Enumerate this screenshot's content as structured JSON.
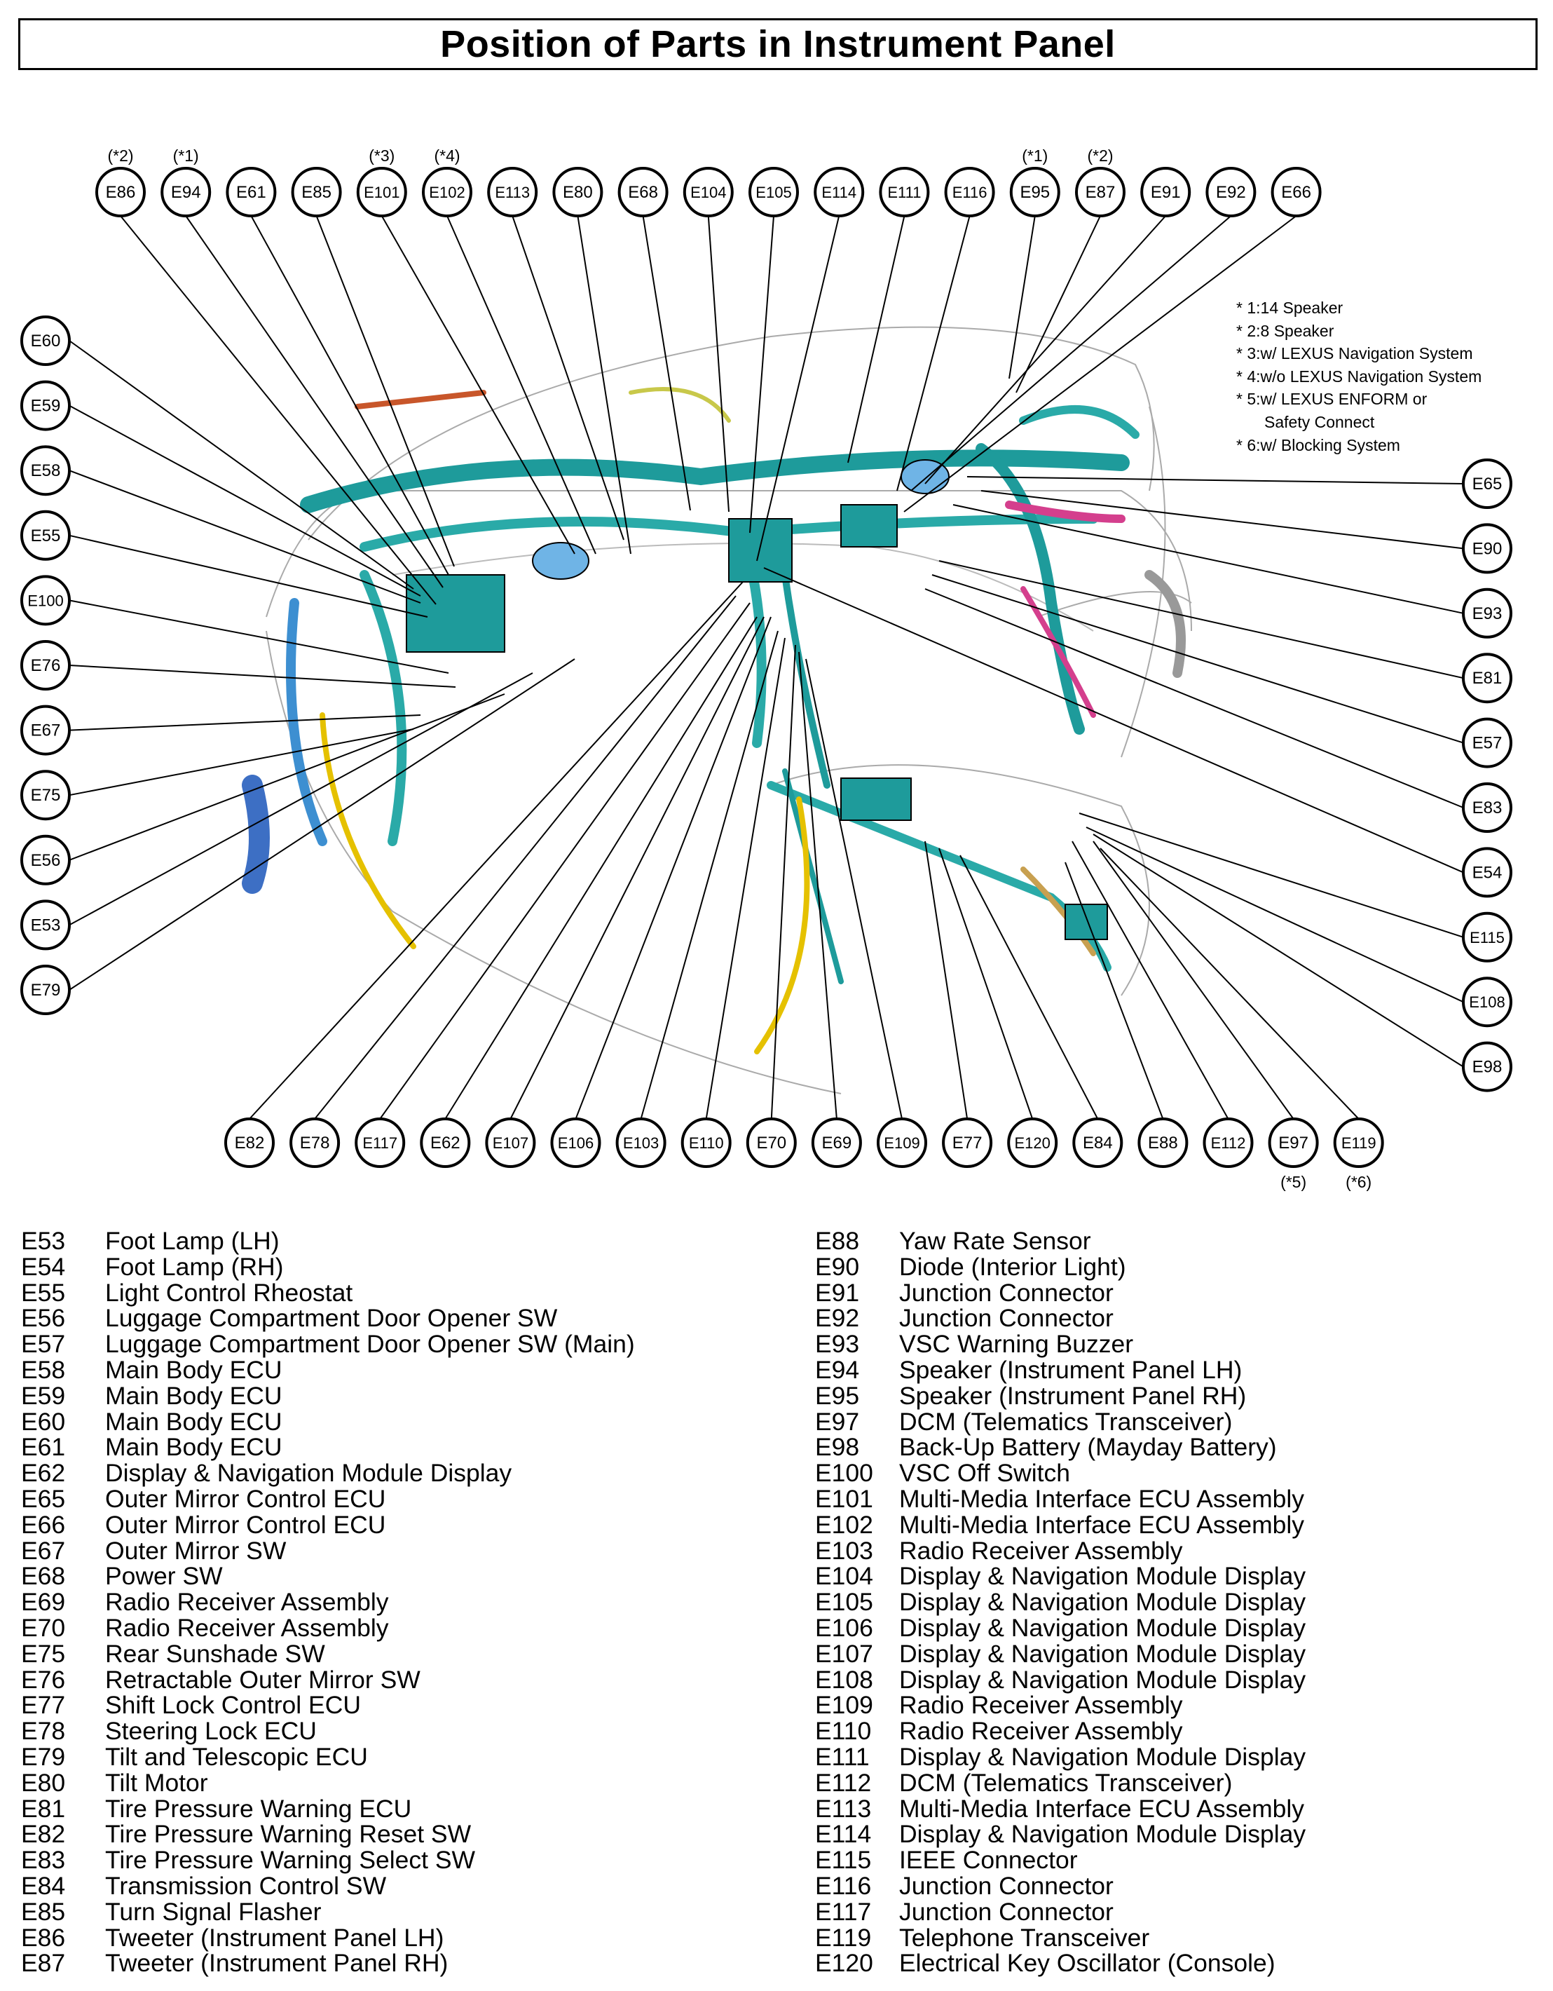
{
  "title": "Position of Parts in Instrument Panel",
  "notes": [
    "* 1:14 Speaker",
    "* 2:8 Speaker",
    "* 3:w/ LEXUS Navigation System",
    "* 4:w/o LEXUS Navigation System",
    "* 5:w/ LEXUS ENFORM or",
    "Safety Connect",
    "* 6:w/ Blocking System"
  ],
  "callouts": {
    "top": [
      {
        "code": "E86",
        "note": "(*2)"
      },
      {
        "code": "E94",
        "note": "(*1)"
      },
      {
        "code": "E61",
        "note": ""
      },
      {
        "code": "E85",
        "note": ""
      },
      {
        "code": "E101",
        "note": "(*3)"
      },
      {
        "code": "E102",
        "note": "(*4)"
      },
      {
        "code": "E113",
        "note": ""
      },
      {
        "code": "E80",
        "note": ""
      },
      {
        "code": "E68",
        "note": ""
      },
      {
        "code": "E104",
        "note": ""
      },
      {
        "code": "E105",
        "note": ""
      },
      {
        "code": "E114",
        "note": ""
      },
      {
        "code": "E111",
        "note": ""
      },
      {
        "code": "E116",
        "note": ""
      },
      {
        "code": "E95",
        "note": "(*1)"
      },
      {
        "code": "E87",
        "note": "(*2)"
      },
      {
        "code": "E91",
        "note": ""
      },
      {
        "code": "E92",
        "note": ""
      },
      {
        "code": "E66",
        "note": ""
      }
    ],
    "left": [
      "E60",
      "E59",
      "E58",
      "E55",
      "E100",
      "E76",
      "E67",
      "E75",
      "E56",
      "E53",
      "E79"
    ],
    "right": [
      "E65",
      "E90",
      "E93",
      "E81",
      "E57",
      "E83",
      "E54",
      "E115",
      "E108",
      "E98"
    ],
    "bottom": [
      {
        "code": "E82",
        "note": ""
      },
      {
        "code": "E78",
        "note": ""
      },
      {
        "code": "E117",
        "note": ""
      },
      {
        "code": "E62",
        "note": ""
      },
      {
        "code": "E107",
        "note": ""
      },
      {
        "code": "E106",
        "note": ""
      },
      {
        "code": "E103",
        "note": ""
      },
      {
        "code": "E110",
        "note": ""
      },
      {
        "code": "E70",
        "note": ""
      },
      {
        "code": "E69",
        "note": ""
      },
      {
        "code": "E109",
        "note": ""
      },
      {
        "code": "E77",
        "note": ""
      },
      {
        "code": "E120",
        "note": ""
      },
      {
        "code": "E84",
        "note": ""
      },
      {
        "code": "E88",
        "note": ""
      },
      {
        "code": "E112",
        "note": ""
      },
      {
        "code": "E97",
        "note": "(*5)"
      },
      {
        "code": "E119",
        "note": "(*6)"
      }
    ]
  },
  "legend_left": [
    [
      "E53",
      "Foot Lamp (LH)"
    ],
    [
      "E54",
      "Foot Lamp (RH)"
    ],
    [
      "E55",
      "Light Control Rheostat"
    ],
    [
      "E56",
      "Luggage Compartment Door Opener SW"
    ],
    [
      "E57",
      "Luggage Compartment Door Opener SW (Main)"
    ],
    [
      "E58",
      "Main Body ECU"
    ],
    [
      "E59",
      "Main Body ECU"
    ],
    [
      "E60",
      "Main Body ECU"
    ],
    [
      "E61",
      "Main Body ECU"
    ],
    [
      "E62",
      "Display & Navigation Module Display"
    ],
    [
      "E65",
      "Outer Mirror Control ECU"
    ],
    [
      "E66",
      "Outer Mirror Control ECU"
    ],
    [
      "E67",
      "Outer Mirror SW"
    ],
    [
      "E68",
      "Power SW"
    ],
    [
      "E69",
      "Radio Receiver Assembly"
    ],
    [
      "E70",
      "Radio Receiver Assembly"
    ],
    [
      "E75",
      "Rear Sunshade SW"
    ],
    [
      "E76",
      "Retractable Outer Mirror SW"
    ],
    [
      "E77",
      "Shift Lock Control ECU"
    ],
    [
      "E78",
      "Steering Lock ECU"
    ],
    [
      "E79",
      "Tilt and Telescopic ECU"
    ],
    [
      "E80",
      "Tilt Motor"
    ],
    [
      "E81",
      "Tire Pressure Warning ECU"
    ],
    [
      "E82",
      "Tire Pressure Warning Reset SW"
    ],
    [
      "E83",
      "Tire Pressure Warning Select SW"
    ],
    [
      "E84",
      "Transmission Control SW"
    ],
    [
      "E85",
      "Turn Signal Flasher"
    ],
    [
      "E86",
      "Tweeter (Instrument Panel LH)"
    ],
    [
      "E87",
      "Tweeter (Instrument Panel RH)"
    ]
  ],
  "legend_right": [
    [
      "E88",
      "Yaw Rate Sensor"
    ],
    [
      "E90",
      "Diode (Interior Light)"
    ],
    [
      "E91",
      "Junction Connector"
    ],
    [
      "E92",
      "Junction Connector"
    ],
    [
      "E93",
      "VSC Warning Buzzer"
    ],
    [
      "E94",
      "Speaker (Instrument Panel LH)"
    ],
    [
      "E95",
      "Speaker (Instrument Panel RH)"
    ],
    [
      "E97",
      "DCM (Telematics Transceiver)"
    ],
    [
      "E98",
      "Back-Up Battery (Mayday Battery)"
    ],
    [
      "E100",
      "VSC Off Switch"
    ],
    [
      "E101",
      "Multi-Media Interface ECU Assembly"
    ],
    [
      "E102",
      "Multi-Media Interface ECU Assembly"
    ],
    [
      "E103",
      "Radio Receiver Assembly"
    ],
    [
      "E104",
      "Display & Navigation Module Display"
    ],
    [
      "E105",
      "Display & Navigation Module Display"
    ],
    [
      "E106",
      "Display & Navigation Module Display"
    ],
    [
      "E107",
      "Display & Navigation Module Display"
    ],
    [
      "E108",
      "Display & Navigation Module Display"
    ],
    [
      "E109",
      "Radio Receiver Assembly"
    ],
    [
      "E110",
      "Radio Receiver Assembly"
    ],
    [
      "E111",
      "Display & Navigation Module Display"
    ],
    [
      "E112",
      "DCM (Telematics Transceiver)"
    ],
    [
      "E113",
      "Multi-Media Interface ECU Assembly"
    ],
    [
      "E114",
      "Display & Navigation Module Display"
    ],
    [
      "E115",
      "IEEE Connector"
    ],
    [
      "E116",
      "Junction Connector"
    ],
    [
      "E117",
      "Junction Connector"
    ],
    [
      "E119",
      "Telephone Transceiver"
    ],
    [
      "E120",
      "Electrical Key Oscillator (Console)"
    ]
  ]
}
